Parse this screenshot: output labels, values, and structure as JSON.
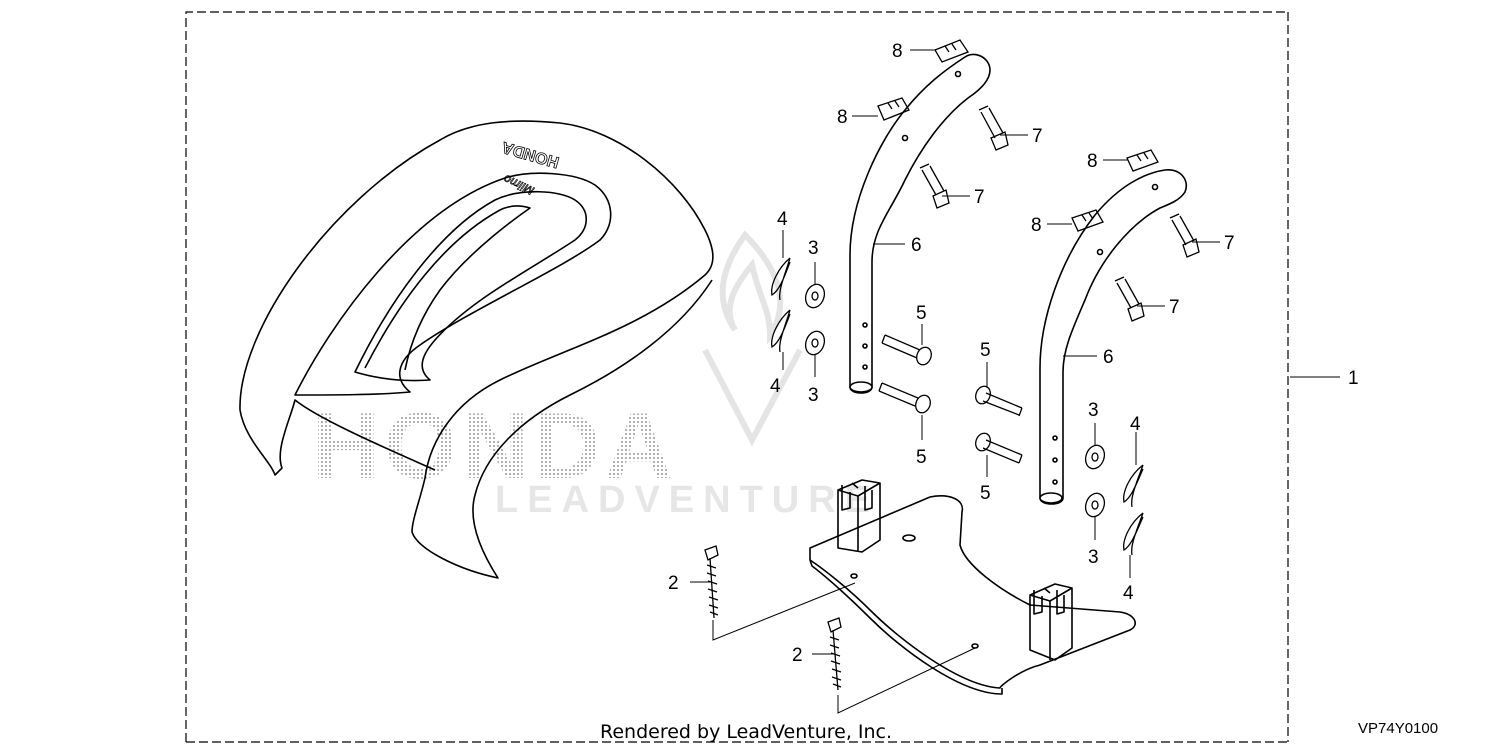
{
  "diagram": {
    "part_code": "VP74Y0100",
    "render_credit": "Rendered by LeadVenture, Inc.",
    "watermark": {
      "brand": "HONDA",
      "sub": "LEADVENTURE"
    },
    "cover_logo": "HONDA",
    "cover_model": "Miimo",
    "callouts": {
      "c1": "1",
      "c2a": "2",
      "c2b": "2",
      "c3a": "3",
      "c3b": "3",
      "c3c": "3",
      "c3d": "3",
      "c4a": "4",
      "c4b": "4",
      "c4c": "4",
      "c4d": "4",
      "c5a": "5",
      "c5b": "5",
      "c5c": "5",
      "c5d": "5",
      "c6a": "6",
      "c6b": "6",
      "c7a": "7",
      "c7b": "7",
      "c7c": "7",
      "c7d": "7",
      "c8a": "8",
      "c8b": "8",
      "c8c": "8",
      "c8d": "8"
    }
  }
}
